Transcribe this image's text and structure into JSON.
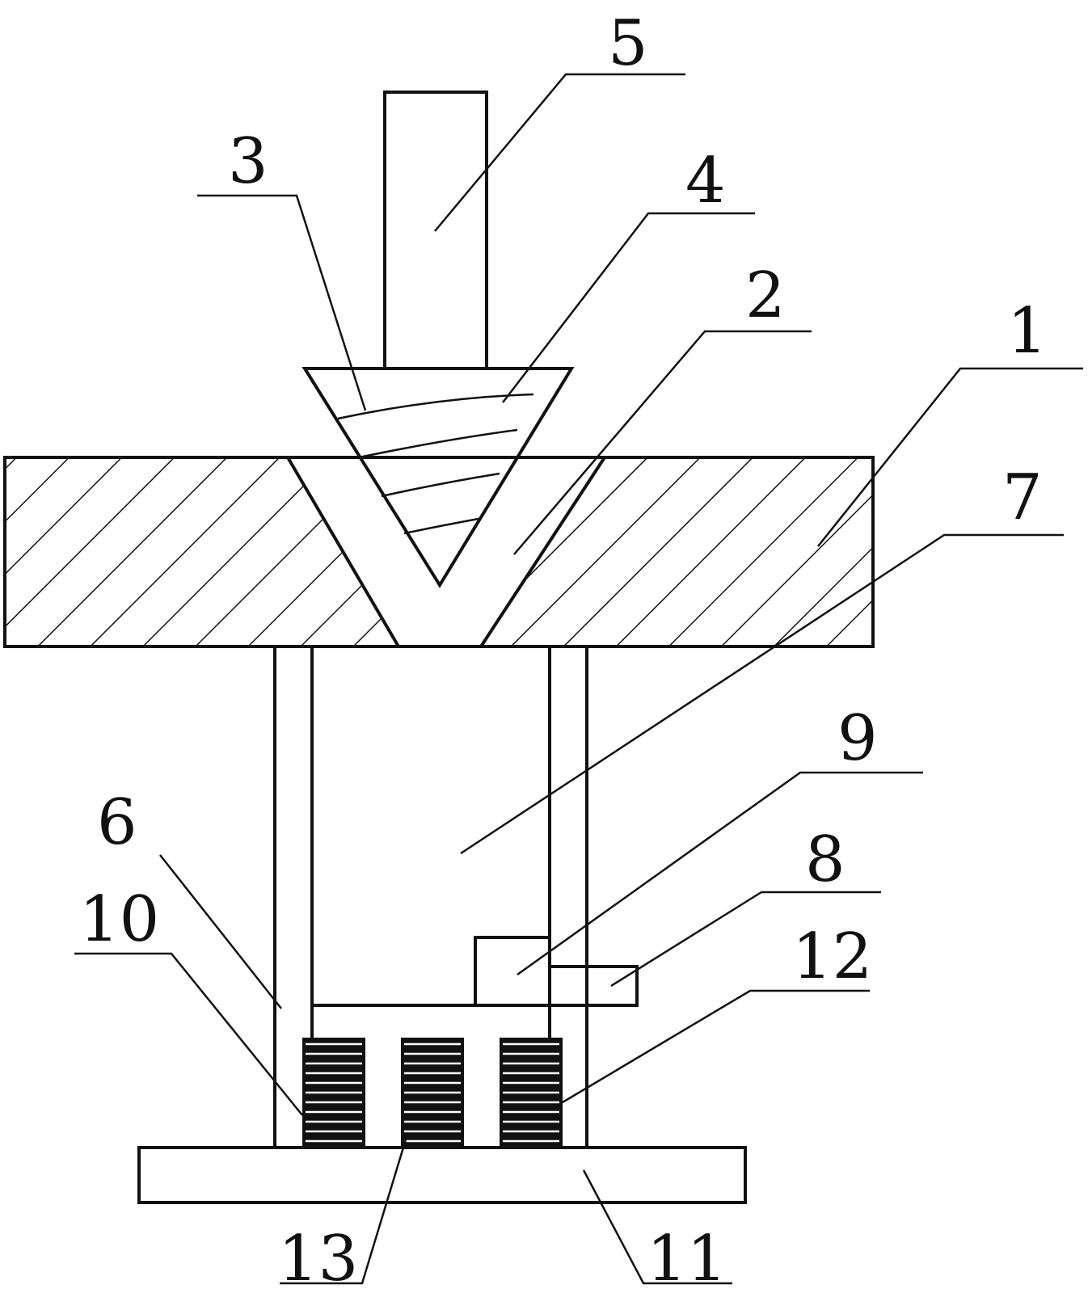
{
  "labels": {
    "n1": "1",
    "n2": "2",
    "n3": "3",
    "n4": "4",
    "n5": "5",
    "n6": "6",
    "n7": "7",
    "n8": "8",
    "n9": "9",
    "n10": "10",
    "n11": "11",
    "n12": "12",
    "n13": "13"
  }
}
